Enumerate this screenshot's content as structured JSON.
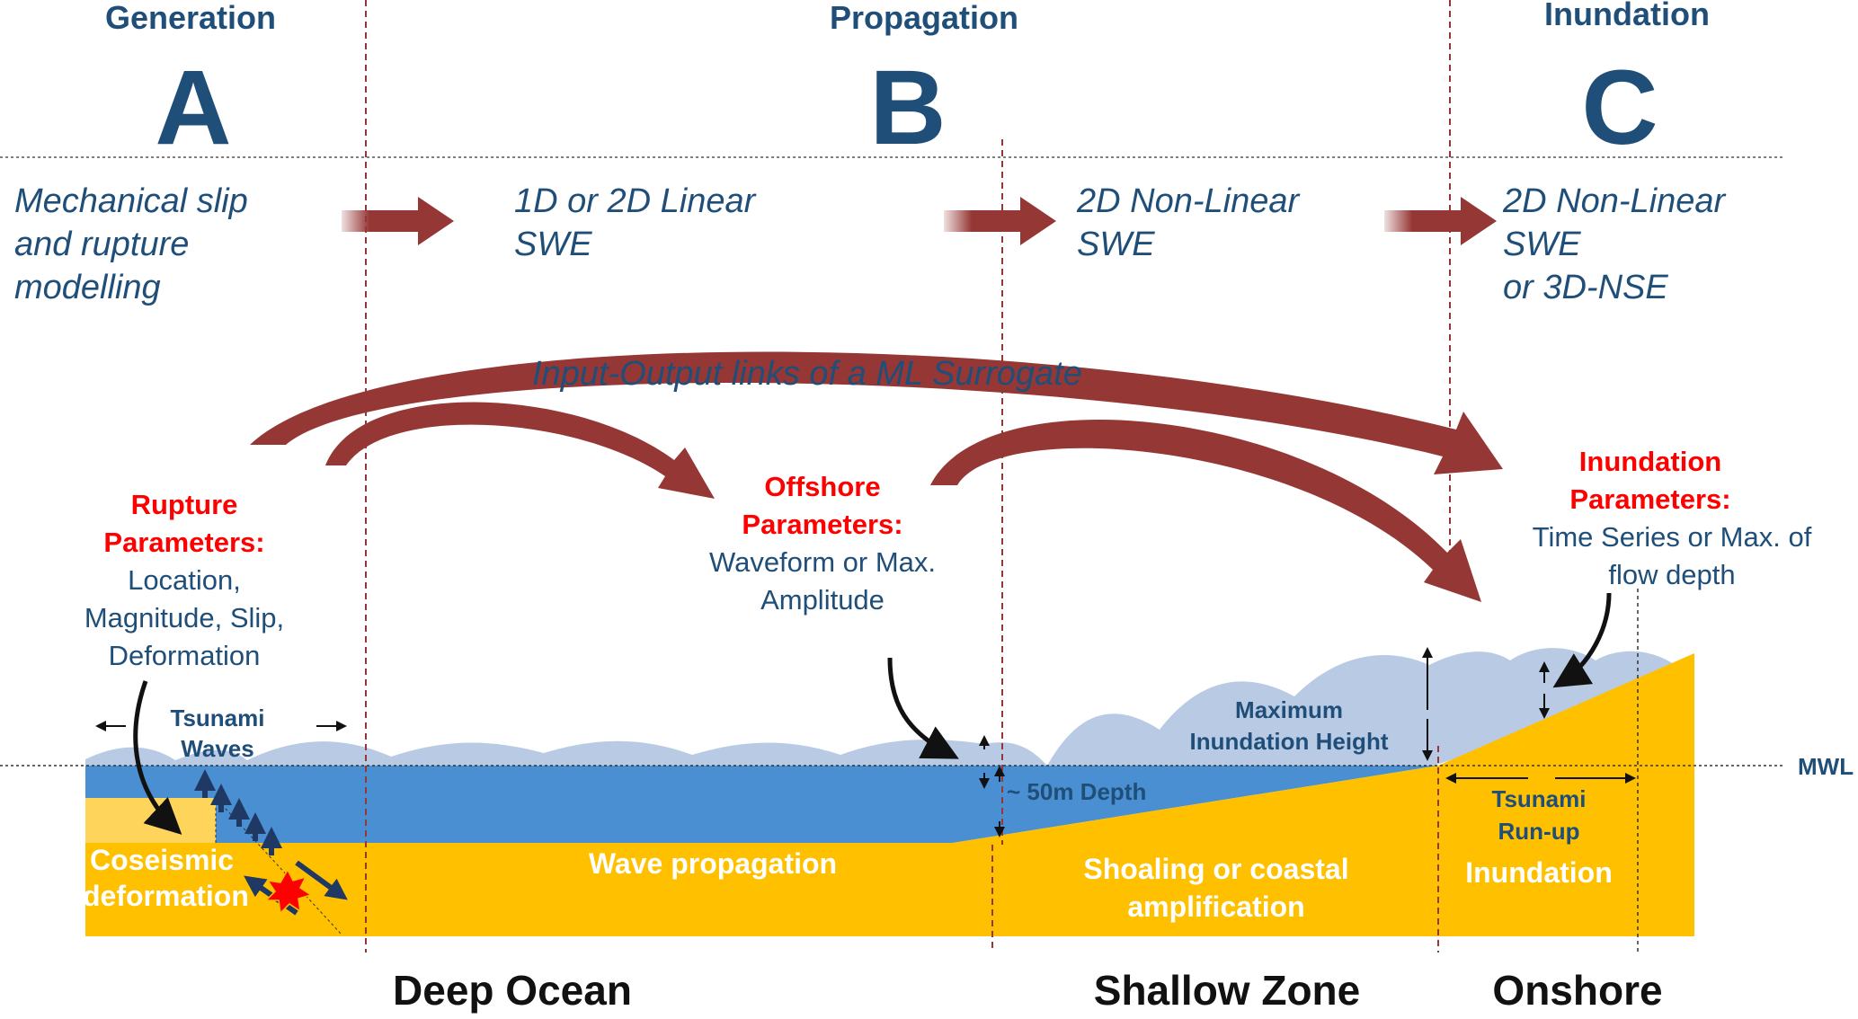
{
  "phases": {
    "generation": {
      "title": "Generation",
      "letter": "A"
    },
    "propagation": {
      "title": "Propagation",
      "letter": "B"
    },
    "inundation": {
      "title": "Inundation",
      "letter": "C"
    }
  },
  "models": {
    "rupture": [
      "Mechanical slip",
      "and rupture",
      "modelling"
    ],
    "linear": [
      "1D or 2D Linear",
      "SWE"
    ],
    "nonlinear": [
      "2D Non-Linear",
      "SWE"
    ],
    "onshore": [
      "2D Non-Linear",
      "SWE",
      "or 3D-NSE"
    ]
  },
  "surrogate_label": "Input-Output links of a ML Surrogate",
  "rupture_params": {
    "head": [
      "Rupture",
      "Parameters:"
    ],
    "body": [
      "Location,",
      "Magnitude, Slip,",
      "Deformation"
    ]
  },
  "offshore_params": {
    "head": [
      "Offshore",
      "Parameters:"
    ],
    "body": [
      "Waveform or Max.",
      "Amplitude"
    ]
  },
  "inundation_params": {
    "head": [
      "Inundation",
      "Parameters:"
    ],
    "body": [
      "Time Series or Max. of",
      "flow depth"
    ]
  },
  "labels": {
    "tsunami_waves": [
      "Tsunami",
      "Waves"
    ],
    "coseismic": [
      "Coseismic",
      "deformation"
    ],
    "wave_propagation": "Wave propagation",
    "depth": "~ 50m Depth",
    "max_inundation": [
      "Maximum",
      "Inundation Height"
    ],
    "shoaling": [
      "Shoaling or coastal",
      "amplification"
    ],
    "runup": [
      "Tsunami",
      "Run-up"
    ],
    "inundation": "Inundation",
    "mwl": "MWL"
  },
  "zones": {
    "deep": "Deep Ocean",
    "shallow": "Shallow Zone",
    "onshore": "Onshore"
  },
  "colors": {
    "title_blue": "#1f4e79",
    "param_red": "#ff0000",
    "arrow_red": "#953735",
    "sea_blue": "#4a8fd1",
    "wave_light": "#b9cbe4",
    "ground_gold": "#ffc000"
  }
}
